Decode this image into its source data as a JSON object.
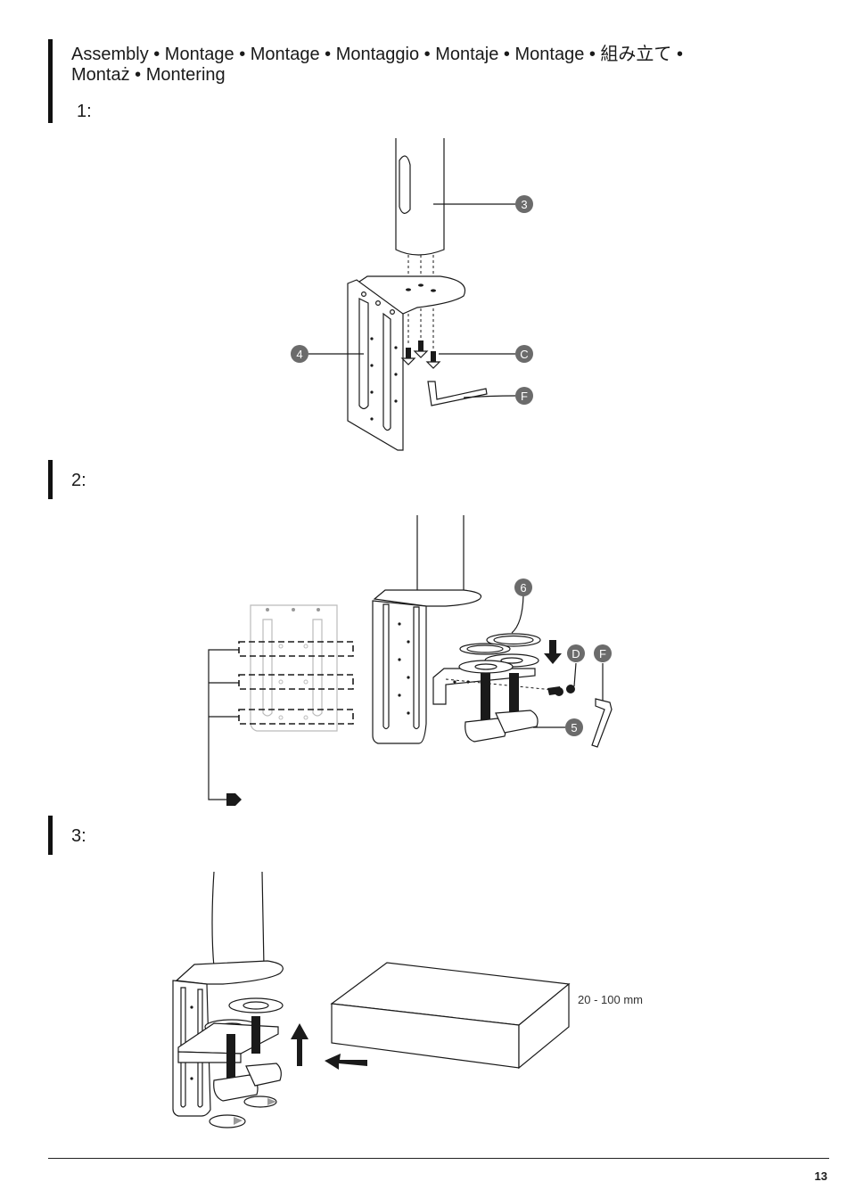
{
  "heading": {
    "line1": "Assembly • Montage • Montage • Montaggio • Montaje • Montage • 組み立て •",
    "line2": "Montaż • Montering"
  },
  "steps": [
    "1:",
    "2:",
    "3:"
  ],
  "callouts": {
    "step1": [
      "3",
      "4",
      "C",
      "F"
    ],
    "step2": [
      "6",
      "D",
      "F",
      "5"
    ]
  },
  "dimension": "20 - 100 mm",
  "page_number": "13",
  "colors": {
    "callout_fill": "#6b6b6b",
    "ink": "#1a1a1a"
  }
}
